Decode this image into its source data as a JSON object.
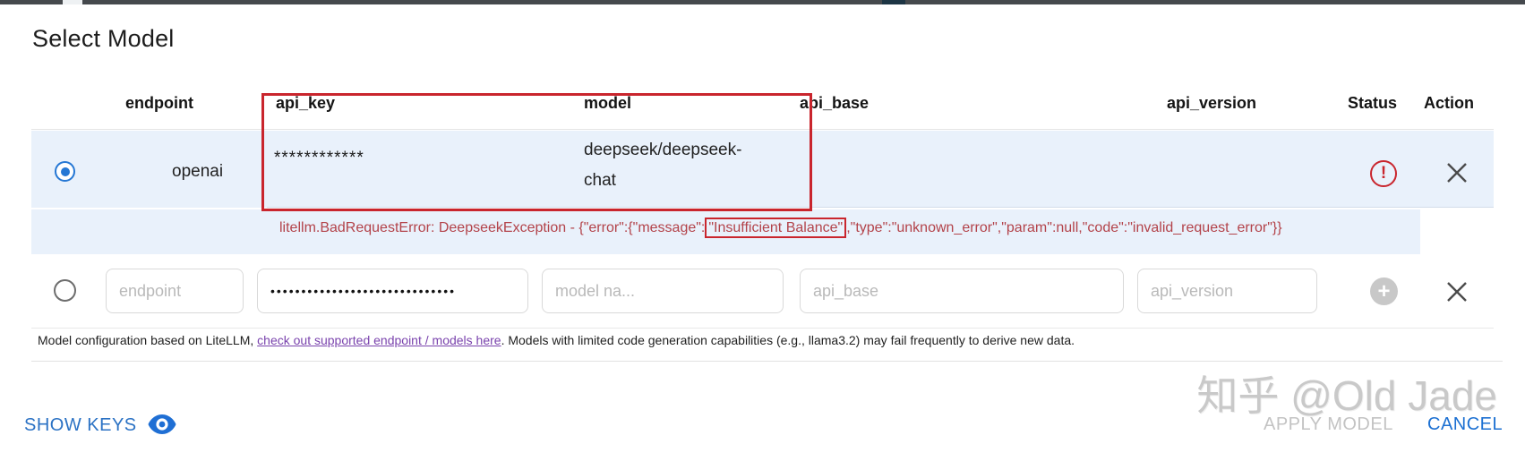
{
  "dialog": {
    "title": "Select Model"
  },
  "table": {
    "columns": [
      "endpoint",
      "api_key",
      "model",
      "api_base",
      "api_version",
      "Status",
      "Action"
    ],
    "row1": {
      "endpoint": "openai",
      "api_key_masked": "************",
      "model_line1": "deepseek/deepseek-",
      "model_line2": "chat",
      "status_icon": "error-exclamation-icon",
      "action_icon": "close-icon",
      "selected": true
    },
    "error_message": {
      "prefix": "litellm.BadRequestError: DeepseekException - {\"error\":{\"message\":",
      "highlight": "\"Insufficient Balance\"",
      "suffix": ",\"type\":\"unknown_error\",\"param\":null,\"code\":\"invalid_request_error\"}}"
    },
    "row2": {
      "endpoint_placeholder": "endpoint",
      "api_key_value_masked": "••••••••••••••••••••••••••••••",
      "model_placeholder": "model na...",
      "api_base_placeholder": "api_base",
      "api_version_placeholder": "api_version",
      "add_icon": "plus-icon",
      "action_icon": "close-icon"
    }
  },
  "footer": {
    "text_before_link": "Model configuration based on LiteLLM, ",
    "link_text": "check out supported endpoint / models here",
    "text_after_link": ". Models with limited code generation capabilities (e.g., llama3.2) may fail frequently to derive new data."
  },
  "actions": {
    "show_keys_label": "SHOW KEYS",
    "apply_label": "APPLY MODEL",
    "cancel_label": "CANCEL"
  },
  "watermark": "知乎 @Old Jade",
  "colors": {
    "accent_blue": "#2577d4",
    "cancel_blue": "#1c70d2",
    "show_keys_blue": "#2b72c4",
    "row_highlight": "#e9f1fb",
    "error_text_red": "#b3434a",
    "annotation_red": "#c9252d",
    "disabled_gray": "#c3c3c3",
    "link_purple": "#7a43ad"
  }
}
